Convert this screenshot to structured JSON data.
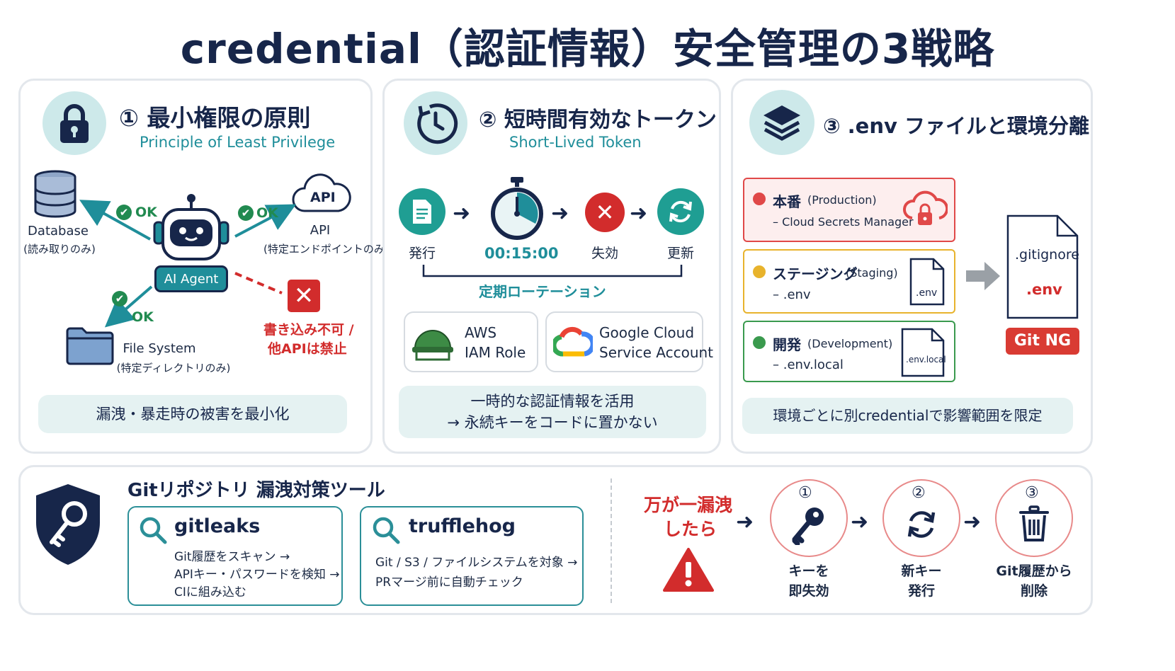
{
  "title": "credential（認証情報）安全管理の3戦略",
  "panel1": {
    "heading": "① 最小権限の原則",
    "subtitle": "Principle of Least Privilege",
    "database_label": "Database",
    "database_note": "(読み取りのみ)",
    "api_icon_text": "API",
    "api_label": "API",
    "api_note": "(特定エンドポイントのみ)",
    "agent_label": "AI Agent",
    "ok": "OK",
    "fs_label": "File System",
    "fs_note": "(特定ディレクトリのみ)",
    "deny_line1": "書き込み不可 /",
    "deny_line2": "他APIは禁止",
    "summary": "漏洩・暴走時の被害を最小化"
  },
  "panel2": {
    "heading": "② 短時間有効なトークン",
    "subtitle": "Short-Lived Token",
    "issue_label": "発行",
    "timer": "00:15:00",
    "expire_label": "失効",
    "renew_label": "更新",
    "rotation_label": "定期ローテーション",
    "aws_line1": "AWS",
    "aws_line2": "IAM Role",
    "gcp_line1": "Google Cloud",
    "gcp_line2": "Service Account",
    "summary_line1": "一時的な認証情報を活用",
    "summary_line2": "→ 永続キーをコードに置かない"
  },
  "panel3": {
    "heading": "③ .env ファイルと環境分離",
    "prod_name": "本番",
    "prod_en": "(Production)",
    "prod_detail": "– Cloud Secrets Manager",
    "staging_name": "ステージング",
    "staging_en": "(Staging)",
    "staging_detail": "– .env",
    "staging_file": ".env",
    "dev_name": "開発",
    "dev_en": "(Development)",
    "dev_detail": "– .env.local",
    "dev_file": ".env.local",
    "gitignore_line1": ".gitignore",
    "gitignore_line2": ".env",
    "git_ng": "Git NG",
    "summary": "環境ごとに別credentialで影響範囲を限定",
    "colors": {
      "prod": "#e04848",
      "staging": "#e8b32c",
      "dev": "#3a9a4e"
    }
  },
  "bottom": {
    "heading": "Gitリポジトリ 漏洩対策ツール",
    "gitleaks_name": "gitleaks",
    "gitleaks_line1": "Git履歴をスキャン →",
    "gitleaks_line2": "APIキー・パスワードを検知 →",
    "gitleaks_line3": "CIに組み込む",
    "trufflehog_name": "trufflehog",
    "trufflehog_line1": "Git / S3 / ファイルシステムを対象 →",
    "trufflehog_line2": "PRマージ前に自動チェック",
    "leak_line1": "万が一漏洩",
    "leak_line2": "したら",
    "step1_num": "①",
    "step1_line1": "キーを",
    "step1_line2": "即失効",
    "step2_num": "②",
    "step2_line1": "新キー",
    "step2_line2": "発行",
    "step3_num": "③",
    "step3_line1": "Git履歴から",
    "step3_line2": "削除"
  }
}
